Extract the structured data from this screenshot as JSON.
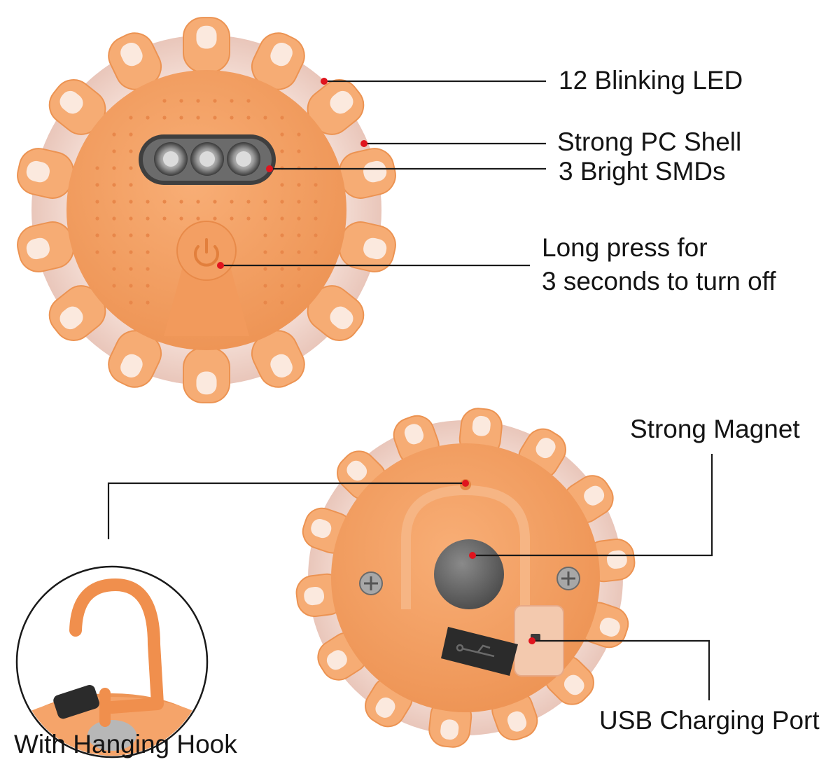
{
  "callouts": {
    "blinking_led": "12 Blinking LED",
    "pc_shell": "Strong PC Shell",
    "smds": "3 Bright SMDs",
    "power_line1": "Long press for",
    "power_line2": "3 seconds to turn off",
    "magnet": "Strong Magnet",
    "usb_port": "USB Charging Port",
    "hanging_hook": "With Hanging Hook"
  },
  "colors": {
    "body_orange": "#f5a46a",
    "body_orange_dark": "#ee8f4e",
    "tab_orange": "#f7b27f",
    "clear_shell": "#f3dfd8",
    "leader_line": "#1a1a1a",
    "marker_dot": "#e0141e",
    "magnet_grey": "#5e5e5e",
    "rubber_plug": "#2b2b2b",
    "background": "#ffffff"
  },
  "icons": {
    "power": "power-icon",
    "usb": "usb-icon"
  }
}
